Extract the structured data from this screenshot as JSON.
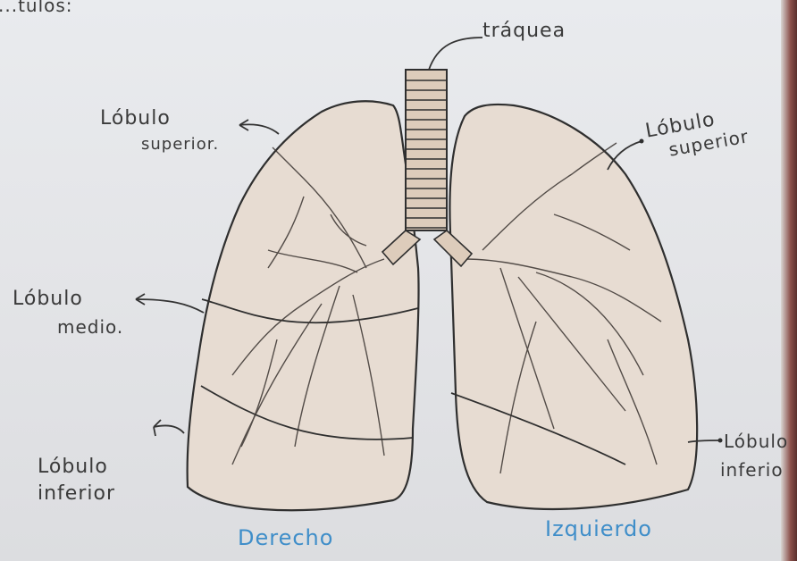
{
  "header_fragment": "...tulos:",
  "labels": {
    "trachea": "tráquea",
    "right_upper": [
      "Lóbulo",
      "superior."
    ],
    "left_upper": [
      "Lóbulo",
      "superior"
    ],
    "right_middle": [
      "Lóbulo",
      "medio."
    ],
    "right_lower": [
      "Lóbulo",
      "inferior"
    ],
    "left_lower": [
      "Lóbulo",
      "inferio"
    ]
  },
  "sides": {
    "right_lung": "Derecho",
    "left_lung": "Izquierdo"
  },
  "colors": {
    "ink": "#3a3a3a",
    "lung_fill": "#e7dcd2",
    "side_label": "#3f8ec9"
  }
}
